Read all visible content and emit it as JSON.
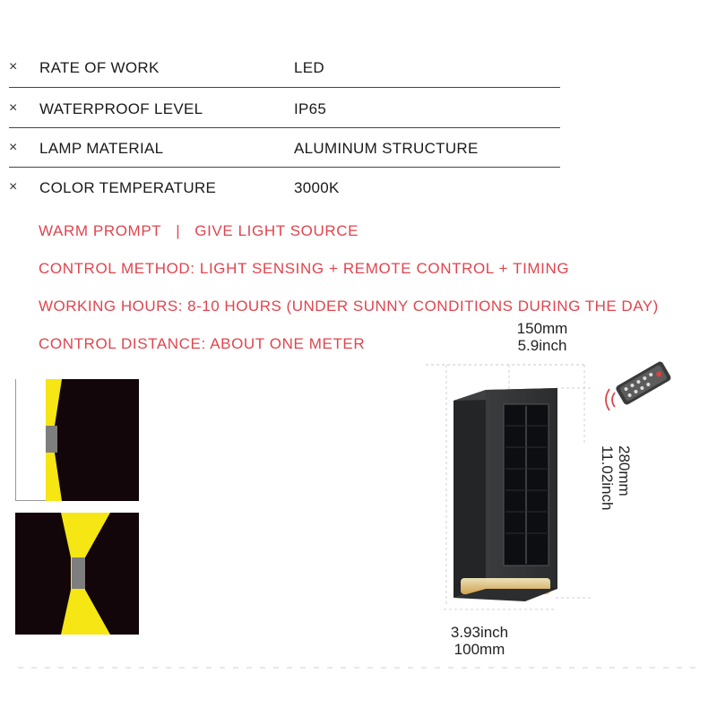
{
  "specs": [
    {
      "label": "RATE OF WORK",
      "value": "LED"
    },
    {
      "label": "WATERPROOF LEVEL",
      "value": "IP65"
    },
    {
      "label": "LAMP MATERIAL",
      "value": "ALUMINUM STRUCTURE"
    },
    {
      "label": "COLOR TEMPERATURE",
      "value": "3000K"
    }
  ],
  "row_marker": "×",
  "notes": {
    "warm_prompt": "WARM PROMPT",
    "separator": "|",
    "give_light_source": "GIVE LIGHT SOURCE",
    "control_method": "CONTROL METHOD: LIGHT SENSING + REMOTE CONTROL + TIMING",
    "working_hours": "WORKING HOURS: 8-10 HOURS (UNDER SUNNY CONDITIONS DURING THE DAY)",
    "control_distance": "CONTROL DISTANCE: ABOUT ONE METER"
  },
  "dimensions": {
    "top_mm": "150mm",
    "top_inch": "5.9inch",
    "side_mm": "280mm",
    "side_inch": "11.02inch",
    "bottom_inch": "3.93inch",
    "bottom_mm": "100mm"
  },
  "colors": {
    "note_red": "#e0454e",
    "beam_yellow": "#f5e614",
    "panel_black": "#12060a",
    "lamp_body": "#2f3133"
  }
}
